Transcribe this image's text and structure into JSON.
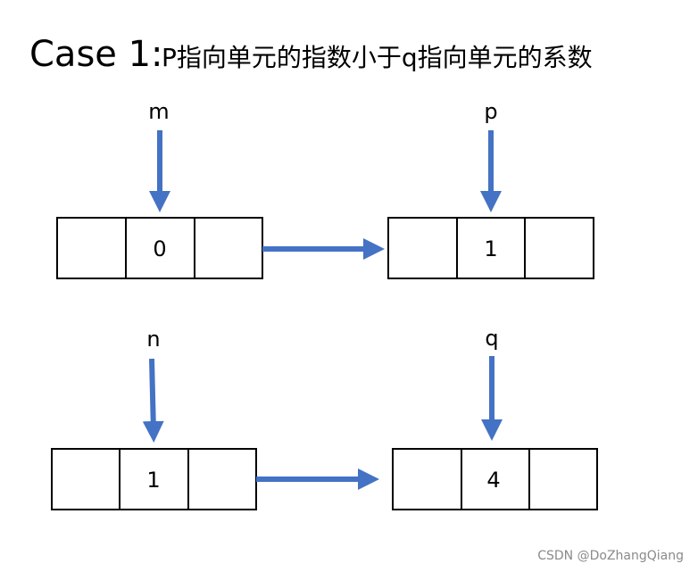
{
  "title": {
    "case_label": "Case 1:",
    "description": "P指向单元的指数小于q指向单元的系数"
  },
  "colors": {
    "arrow": "#4472C4",
    "border": "#000000",
    "text": "#000000"
  },
  "pointers": {
    "m": "m",
    "p": "p",
    "n": "n",
    "q": "q"
  },
  "nodes": {
    "m_node": {
      "value": "0"
    },
    "p_node": {
      "value": "1"
    },
    "n_node": {
      "value": "1"
    },
    "q_node": {
      "value": "4"
    }
  },
  "watermark": "CSDN @DoZhangQiang"
}
